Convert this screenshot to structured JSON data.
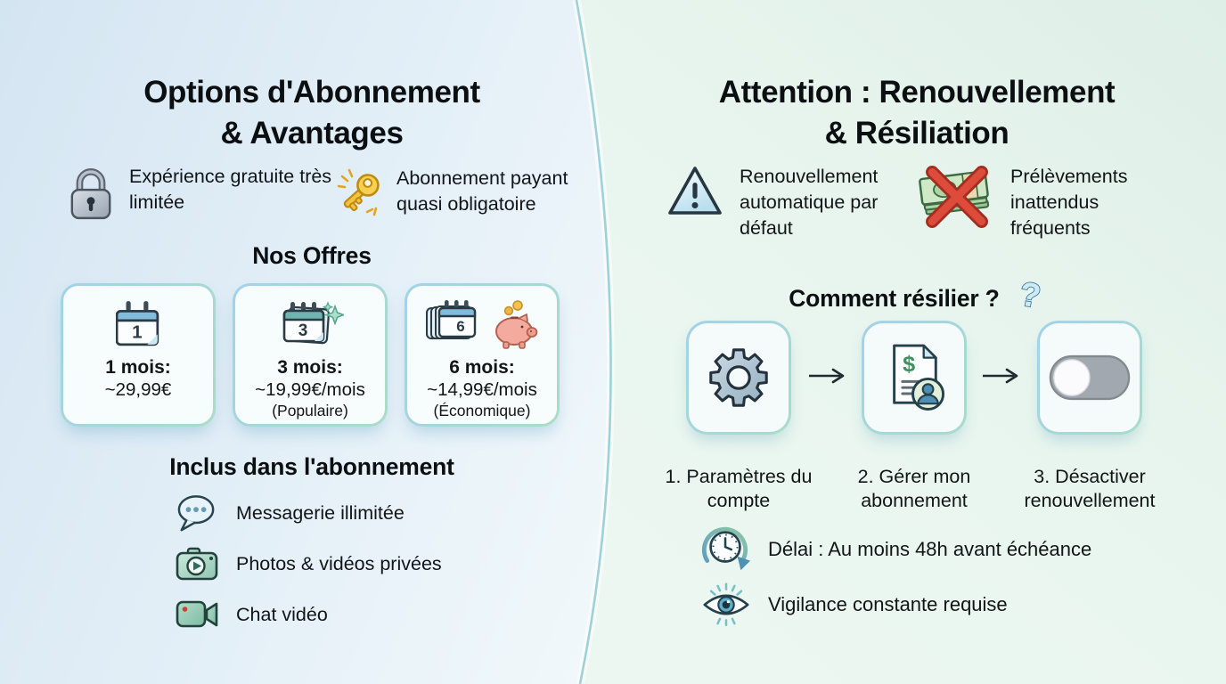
{
  "left_panel": {
    "title_line1": "Options d'Abonnement",
    "title_line2": "& Avantages",
    "features": [
      {
        "icon": "lock-icon",
        "text": "Expérience gratuite très limitée"
      },
      {
        "icon": "key-icon",
        "text": "Abonnement payant quasi obligatoire"
      }
    ],
    "offers": {
      "heading": "Nos Offres",
      "cards": [
        {
          "icon": "calendar-1-icon",
          "duration": "1 mois:",
          "price": "~29,99€",
          "note": ""
        },
        {
          "icon": "calendar-3-icon",
          "duration": "3 mois:",
          "price": "~19,99€/mois",
          "note": "(Populaire)"
        },
        {
          "icon": "calendar-6-piggy-bank-icon",
          "duration": "6 mois:",
          "price": "~14,99€/mois",
          "note": "(Économique)"
        }
      ]
    },
    "included": {
      "heading": "Inclus dans l'abonnement",
      "items": [
        {
          "icon": "chat-bubble-icon",
          "text": "Messagerie illimitée"
        },
        {
          "icon": "camera-icon",
          "text": "Photos & vidéos privées"
        },
        {
          "icon": "video-camera-icon",
          "text": "Chat vidéo"
        }
      ]
    }
  },
  "right_panel": {
    "title_line1": "Attention : Renouvellement",
    "title_line2": "& Résiliation",
    "warnings": [
      {
        "icon": "warning-triangle-icon",
        "text": "Renouvellement automatique par défaut"
      },
      {
        "icon": "money-crossed-icon",
        "text": "Prélèvements inattendus fréquents"
      }
    ],
    "cancel": {
      "heading": "Comment résilier ?",
      "heading_icon": "question-mark-icon",
      "steps": [
        {
          "icon": "gear-icon",
          "label": "1. Paramètres du compte"
        },
        {
          "icon": "invoice-user-icon",
          "label": "2. Gérer mon abonnement"
        },
        {
          "icon": "toggle-off-icon",
          "label": "3. Désactiver renouvellement"
        }
      ]
    },
    "notes": [
      {
        "icon": "clock-deadline-icon",
        "text": "Délai : Au moins 48h avant échéance"
      },
      {
        "icon": "eye-vigilance-icon",
        "text": "Vigilance constante requise"
      }
    ]
  },
  "colors": {
    "left_bg": "#dcebf6",
    "right_bg": "#e2f1ea",
    "divider": "#9ed1d8",
    "card_border_blue": "#a3d2ea",
    "card_border_teal": "#abdcc6",
    "warning_red": "#d94638",
    "money_green": "#cfe8c6",
    "gold": "#f3c43b",
    "text": "#0c0f11"
  }
}
